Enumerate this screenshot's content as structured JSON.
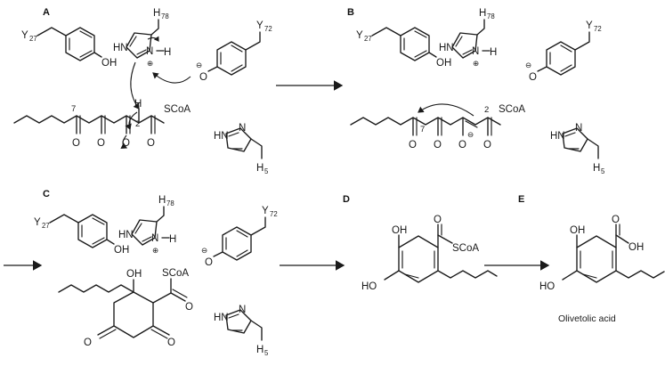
{
  "figure": {
    "type": "reaction-mechanism-scheme",
    "description": "Proposed catalytic mechanism of olivetolic acid cyclase (OAC) converting a tetraketide-CoA into olivetolic acid",
    "background_color": "#ffffff",
    "line_color": "#1a1a1a"
  },
  "panels": [
    {
      "id": "A",
      "letter": "A",
      "residues": [
        {
          "name": "tyrosine-27",
          "label": "Y",
          "subscript": "27",
          "form": "phenol",
          "terminal_group": "OH"
        },
        {
          "name": "histidine-78",
          "label": "H",
          "subscript": "78",
          "form": "imidazolium",
          "ring_labels": [
            "HN",
            "N"
          ],
          "extra_proton": "H",
          "charge": "⊕"
        },
        {
          "name": "tyrosine-72",
          "label": "Y",
          "subscript": "72",
          "form": "phenolate",
          "terminal_group": "O",
          "charge": "⊖"
        },
        {
          "name": "histidine-5",
          "label": "H",
          "subscript": "5",
          "form": "imidazole",
          "ring_labels": [
            "HN",
            "N"
          ]
        }
      ],
      "substrate": {
        "name": "tetraketide-CoA",
        "carbon_labels": [
          "7",
          "2"
        ],
        "thioester": "SCoA",
        "oxygens": [
          "O",
          "O",
          "O",
          "O"
        ],
        "alpha_hydrogen": "H"
      },
      "curved_arrows": 3
    },
    {
      "id": "B",
      "letter": "B",
      "residues": [
        {
          "name": "tyrosine-27",
          "label": "Y",
          "subscript": "27",
          "form": "phenol",
          "terminal_group": "OH"
        },
        {
          "name": "histidine-78",
          "label": "H",
          "subscript": "78",
          "form": "imidazolium",
          "ring_labels": [
            "HN",
            "N"
          ],
          "extra_proton": "H",
          "charge": "⊕"
        },
        {
          "name": "tyrosine-72",
          "label": "Y",
          "subscript": "72",
          "form": "phenolate",
          "terminal_group": "O",
          "charge": "⊖"
        },
        {
          "name": "histidine-5",
          "label": "H",
          "subscript": "5",
          "form": "imidazole",
          "ring_labels": [
            "HN",
            "N"
          ]
        }
      ],
      "substrate": {
        "name": "C2-enolate-tetraketide-CoA",
        "carbon_labels": [
          "7",
          "2"
        ],
        "thioester": "SCoA",
        "oxygens": [
          "O",
          "O",
          "O",
          "O"
        ],
        "enolate_charge": "⊖"
      },
      "curved_arrows": 1
    },
    {
      "id": "C",
      "letter": "C",
      "residues": [
        {
          "name": "tyrosine-27",
          "label": "Y",
          "subscript": "27",
          "form": "phenol",
          "terminal_group": "OH"
        },
        {
          "name": "histidine-78",
          "label": "H",
          "subscript": "78",
          "form": "imidazolium",
          "ring_labels": [
            "HN",
            "N"
          ],
          "extra_proton": "H",
          "charge": "⊕"
        },
        {
          "name": "tyrosine-72",
          "label": "Y",
          "subscript": "72",
          "form": "phenolate",
          "terminal_group": "O",
          "charge": "⊖"
        },
        {
          "name": "histidine-5",
          "label": "H",
          "subscript": "5",
          "form": "imidazole",
          "ring_labels": [
            "HN",
            "N"
          ]
        }
      ],
      "substrate": {
        "name": "cyclized-beta-keto-alcohol",
        "hydroxyl": "OH",
        "thioester": "SCoA",
        "oxygens": [
          "O",
          "O",
          "O"
        ]
      },
      "curved_arrows": 0
    },
    {
      "id": "D",
      "letter": "D",
      "substrate": {
        "name": "olivetolic-acid-CoA-thioester",
        "hydroxyls": [
          "OH",
          "HO"
        ],
        "thioester": "SCoA",
        "carbonyl_oxygen": "O"
      }
    },
    {
      "id": "E",
      "letter": "E",
      "substrate": {
        "name": "olivetolic-acid",
        "hydroxyls": [
          "OH",
          "HO"
        ],
        "carboxyl": "OH",
        "carbonyl_oxygen": "O"
      },
      "caption": "Olivetolic acid"
    }
  ],
  "reaction_arrows": [
    {
      "id": "arrow-a-to-b",
      "from": "A",
      "to": "B"
    },
    {
      "id": "arrow-b-to-c",
      "from": "B",
      "to": "C"
    },
    {
      "id": "arrow-c-to-d",
      "from": "C",
      "to": "D"
    },
    {
      "id": "arrow-d-to-e",
      "from": "D",
      "to": "E"
    }
  ],
  "labels": {
    "panel_a": "A",
    "panel_b": "B",
    "panel_c": "C",
    "panel_d": "D",
    "panel_e": "E",
    "y27": "Y",
    "y27_sub": "27",
    "y72": "Y",
    "y72_sub": "72",
    "h78": "H",
    "h78_sub": "78",
    "h5": "H",
    "h5_sub": "5",
    "hn": "HN",
    "n": "N",
    "h": "H",
    "oh": "OH",
    "ho": "HO",
    "o": "O",
    "scoa": "SCoA",
    "c7": "7",
    "c2": "2",
    "plus": "⊕",
    "minus": "⊖",
    "olivetolic_acid": "Olivetolic acid"
  }
}
